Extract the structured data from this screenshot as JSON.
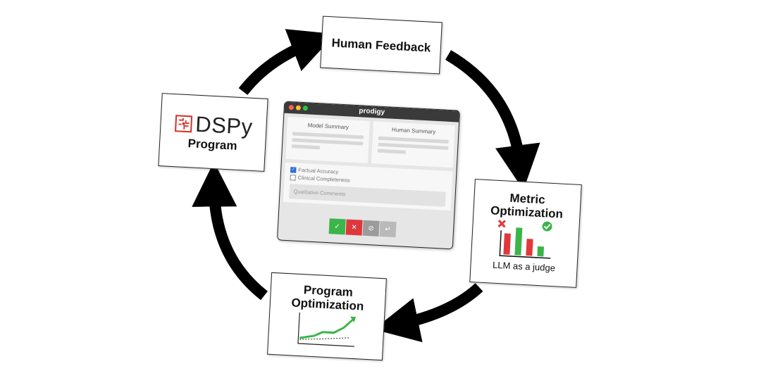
{
  "nodes": {
    "human_feedback": {
      "title": "Human Feedback"
    },
    "dspy_program": {
      "logo_text": "DSPy",
      "title": "Program"
    },
    "metric_optimization": {
      "title_line1": "Metric",
      "title_line2": "Optimization",
      "caption": "LLM as a judge"
    },
    "program_optimization": {
      "title_line1": "Program",
      "title_line2": "Optimization"
    }
  },
  "prodigy": {
    "app_name": "prodigy",
    "panel_left": "Model Summary",
    "panel_right": "Human Summary",
    "checkboxes": [
      {
        "label": "Factual Accuracy",
        "checked": true
      },
      {
        "label": "Clinical Completeness",
        "checked": false
      }
    ],
    "comment_placeholder": "Qualitative Comments",
    "buttons": {
      "accept": "✓",
      "reject": "✕",
      "ignore": "⊘",
      "undo": "↵"
    }
  },
  "colors": {
    "arrow": "#000000",
    "red": "#e0383a",
    "green": "#3bb54a",
    "dspy_red": "#d9302c"
  },
  "icons": [
    "dspy-logo-icon",
    "red-x-icon",
    "green-check-icon",
    "rising-line-chart-icon",
    "bar-chart-icon"
  ]
}
